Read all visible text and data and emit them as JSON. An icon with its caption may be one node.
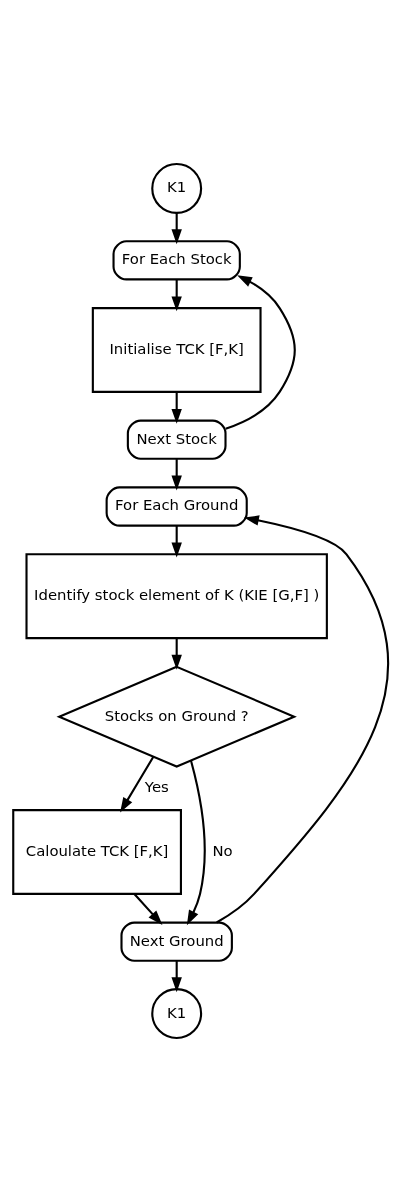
{
  "diagram": {
    "nodes": [
      {
        "text": [
          "K1"
        ]
      },
      {
        "text": [
          "For Each Stock"
        ]
      },
      {
        "text": [
          "Initialise TCK [F,K]"
        ]
      },
      {
        "text": [
          "Next Stock"
        ]
      },
      {
        "text": [
          "For Each Ground"
        ]
      },
      {
        "text": [
          "Identify stock element of K (KIE [G,F] )"
        ]
      },
      {
        "text": [
          "Stocks on Ground ?"
        ]
      },
      {
        "text": [
          "Caloulate TCK [F,K]"
        ]
      },
      {
        "text": [
          "Next Ground"
        ]
      },
      {
        "text": [
          "K1"
        ]
      }
    ],
    "edges": [
      {
        "from": 0,
        "to": 1,
        "arrow": "to"
      },
      {
        "from": 1,
        "to": 2,
        "arrow": "to"
      },
      {
        "from": 2,
        "to": 3,
        "arrow": "to"
      },
      {
        "from": 3,
        "to": 1,
        "arrow": "to"
      },
      {
        "from": 3,
        "to": 4,
        "arrow": "to"
      },
      {
        "from": 4,
        "to": 5,
        "arrow": "to"
      },
      {
        "from": 5,
        "to": 6,
        "arrow": "to"
      },
      {
        "from": 6,
        "to": 7,
        "label": "Yes",
        "arrow": "to"
      },
      {
        "from": 7,
        "to": 8,
        "arrow": "to"
      },
      {
        "from": 6,
        "to": 8,
        "label": "No",
        "arrow": "to"
      },
      {
        "from": 8,
        "to": 4,
        "arrow": "to"
      },
      {
        "from": 8,
        "to": 9,
        "arrow": "to"
      }
    ]
  }
}
